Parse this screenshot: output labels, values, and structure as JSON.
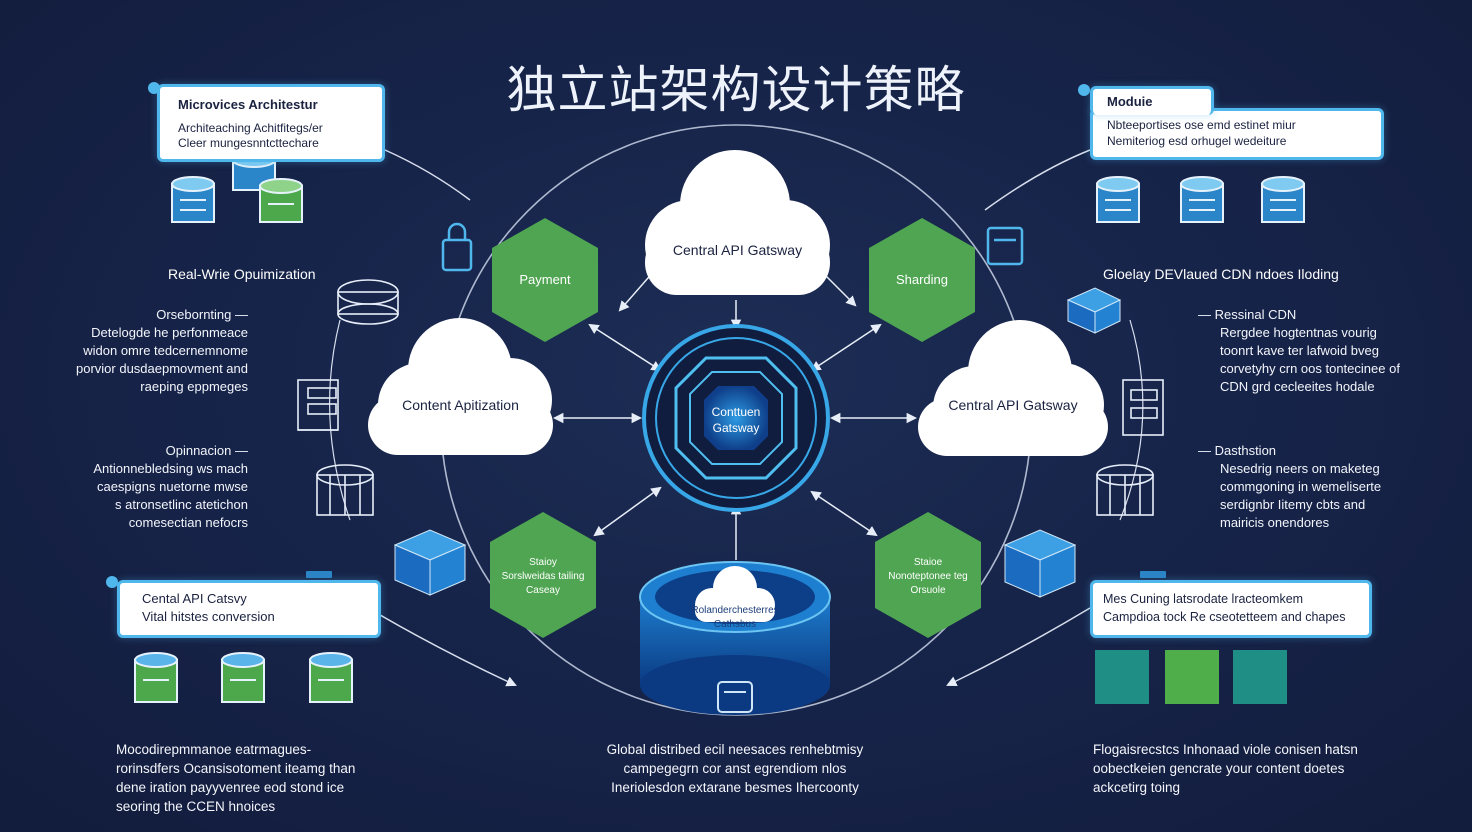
{
  "title": "独立站架构设计策略",
  "colors": {
    "background": "#17244a",
    "accent_blue": "#4fb7ec",
    "hex_green": "#4fa551",
    "core_blue": "#1e8ad6",
    "cloud_white": "#ffffff"
  },
  "cards": {
    "top_left": {
      "title": "Microvices Architestur",
      "line1": "Architeaching Achitfitegs/er",
      "line2": "Cleer mungesnntcttechare"
    },
    "top_right": {
      "title": "Moduie",
      "line1": "Nbteeportises ose emd estinet miur",
      "line2": "Nemiteriog esd orhugel wedeiture"
    },
    "bottom_left": {
      "title": "Cental API Catsvy",
      "line1": "Vital hitstes conversion"
    },
    "bottom_right": {
      "title": "Mes Cuning latsrodate lracteomkem",
      "line1": "Campdioa tock Re cseotetteem and chapes"
    }
  },
  "side_labels": {
    "left": "Real-Wrie Opuimization",
    "right": "Gloelay DEVlaued CDN ndoes Iloding"
  },
  "left_blocks": [
    {
      "head": "Orsebornting —",
      "lines": [
        "Detelogde he perfonmeace",
        "widon omre tedcernemnome",
        "porvior dusdaepmovment and",
        "raeping eppmeges"
      ]
    },
    {
      "head": "Opinnacion —",
      "lines": [
        "Antionnebledsing ws mach",
        "caespigns nuetorne mwse",
        "s atronsetlinc atetichon",
        "comesectian nefocrs"
      ]
    }
  ],
  "right_blocks": [
    {
      "head": "— Ressinal CDN",
      "lines": [
        "Rergdee hogtentnas vourig",
        "toonrt kave ter lafwoid bveg",
        "corvetyhy crn oos tontecinee of",
        "CDN grd cecleeites hodale"
      ]
    },
    {
      "head": "— Dasthstion",
      "lines": [
        "Nesedrig neers on maketeg",
        "commgoning in wemeliserte",
        "serdignbr Iitemy cbts and",
        "mairicis onendores"
      ]
    }
  ],
  "nodes": {
    "cloud_top": "Central API Gatsway",
    "cloud_left": "Content Apitization",
    "cloud_right": "Central API Gatsway",
    "hex_payment": "Payment",
    "hex_sharding": "Sharding",
    "hex_bottom_left": [
      "Staioy",
      "Sorslweidas tailing",
      "Caseay"
    ],
    "hex_bottom_right": [
      "Staioe",
      "Nonoteptonee teg",
      "Orsuole"
    ],
    "core": [
      "Conttuen",
      "Gatsway"
    ],
    "drum": [
      "Rolanderchesterres",
      "Cathsbus"
    ]
  },
  "bottom_texts": {
    "left": [
      "Mocodirepmmanoe eatrmagues-",
      "rorinsdfers Ocansisotoment iteamg than",
      "dene iration payyvenree eod stond ice",
      "seoring the CCEN hnoices"
    ],
    "center": [
      "Global distribed ecil neesaces renhebtmisy",
      "campegegrn cor anst egrendiom nlos",
      "Ineriolesdon extarane besmes Ihercoonty"
    ],
    "right": [
      "Flogaisrecstcs Inhonaad viole conisen hatsn",
      "oobectkeien gencrate your content doetes",
      "ackcetirg toing"
    ]
  }
}
